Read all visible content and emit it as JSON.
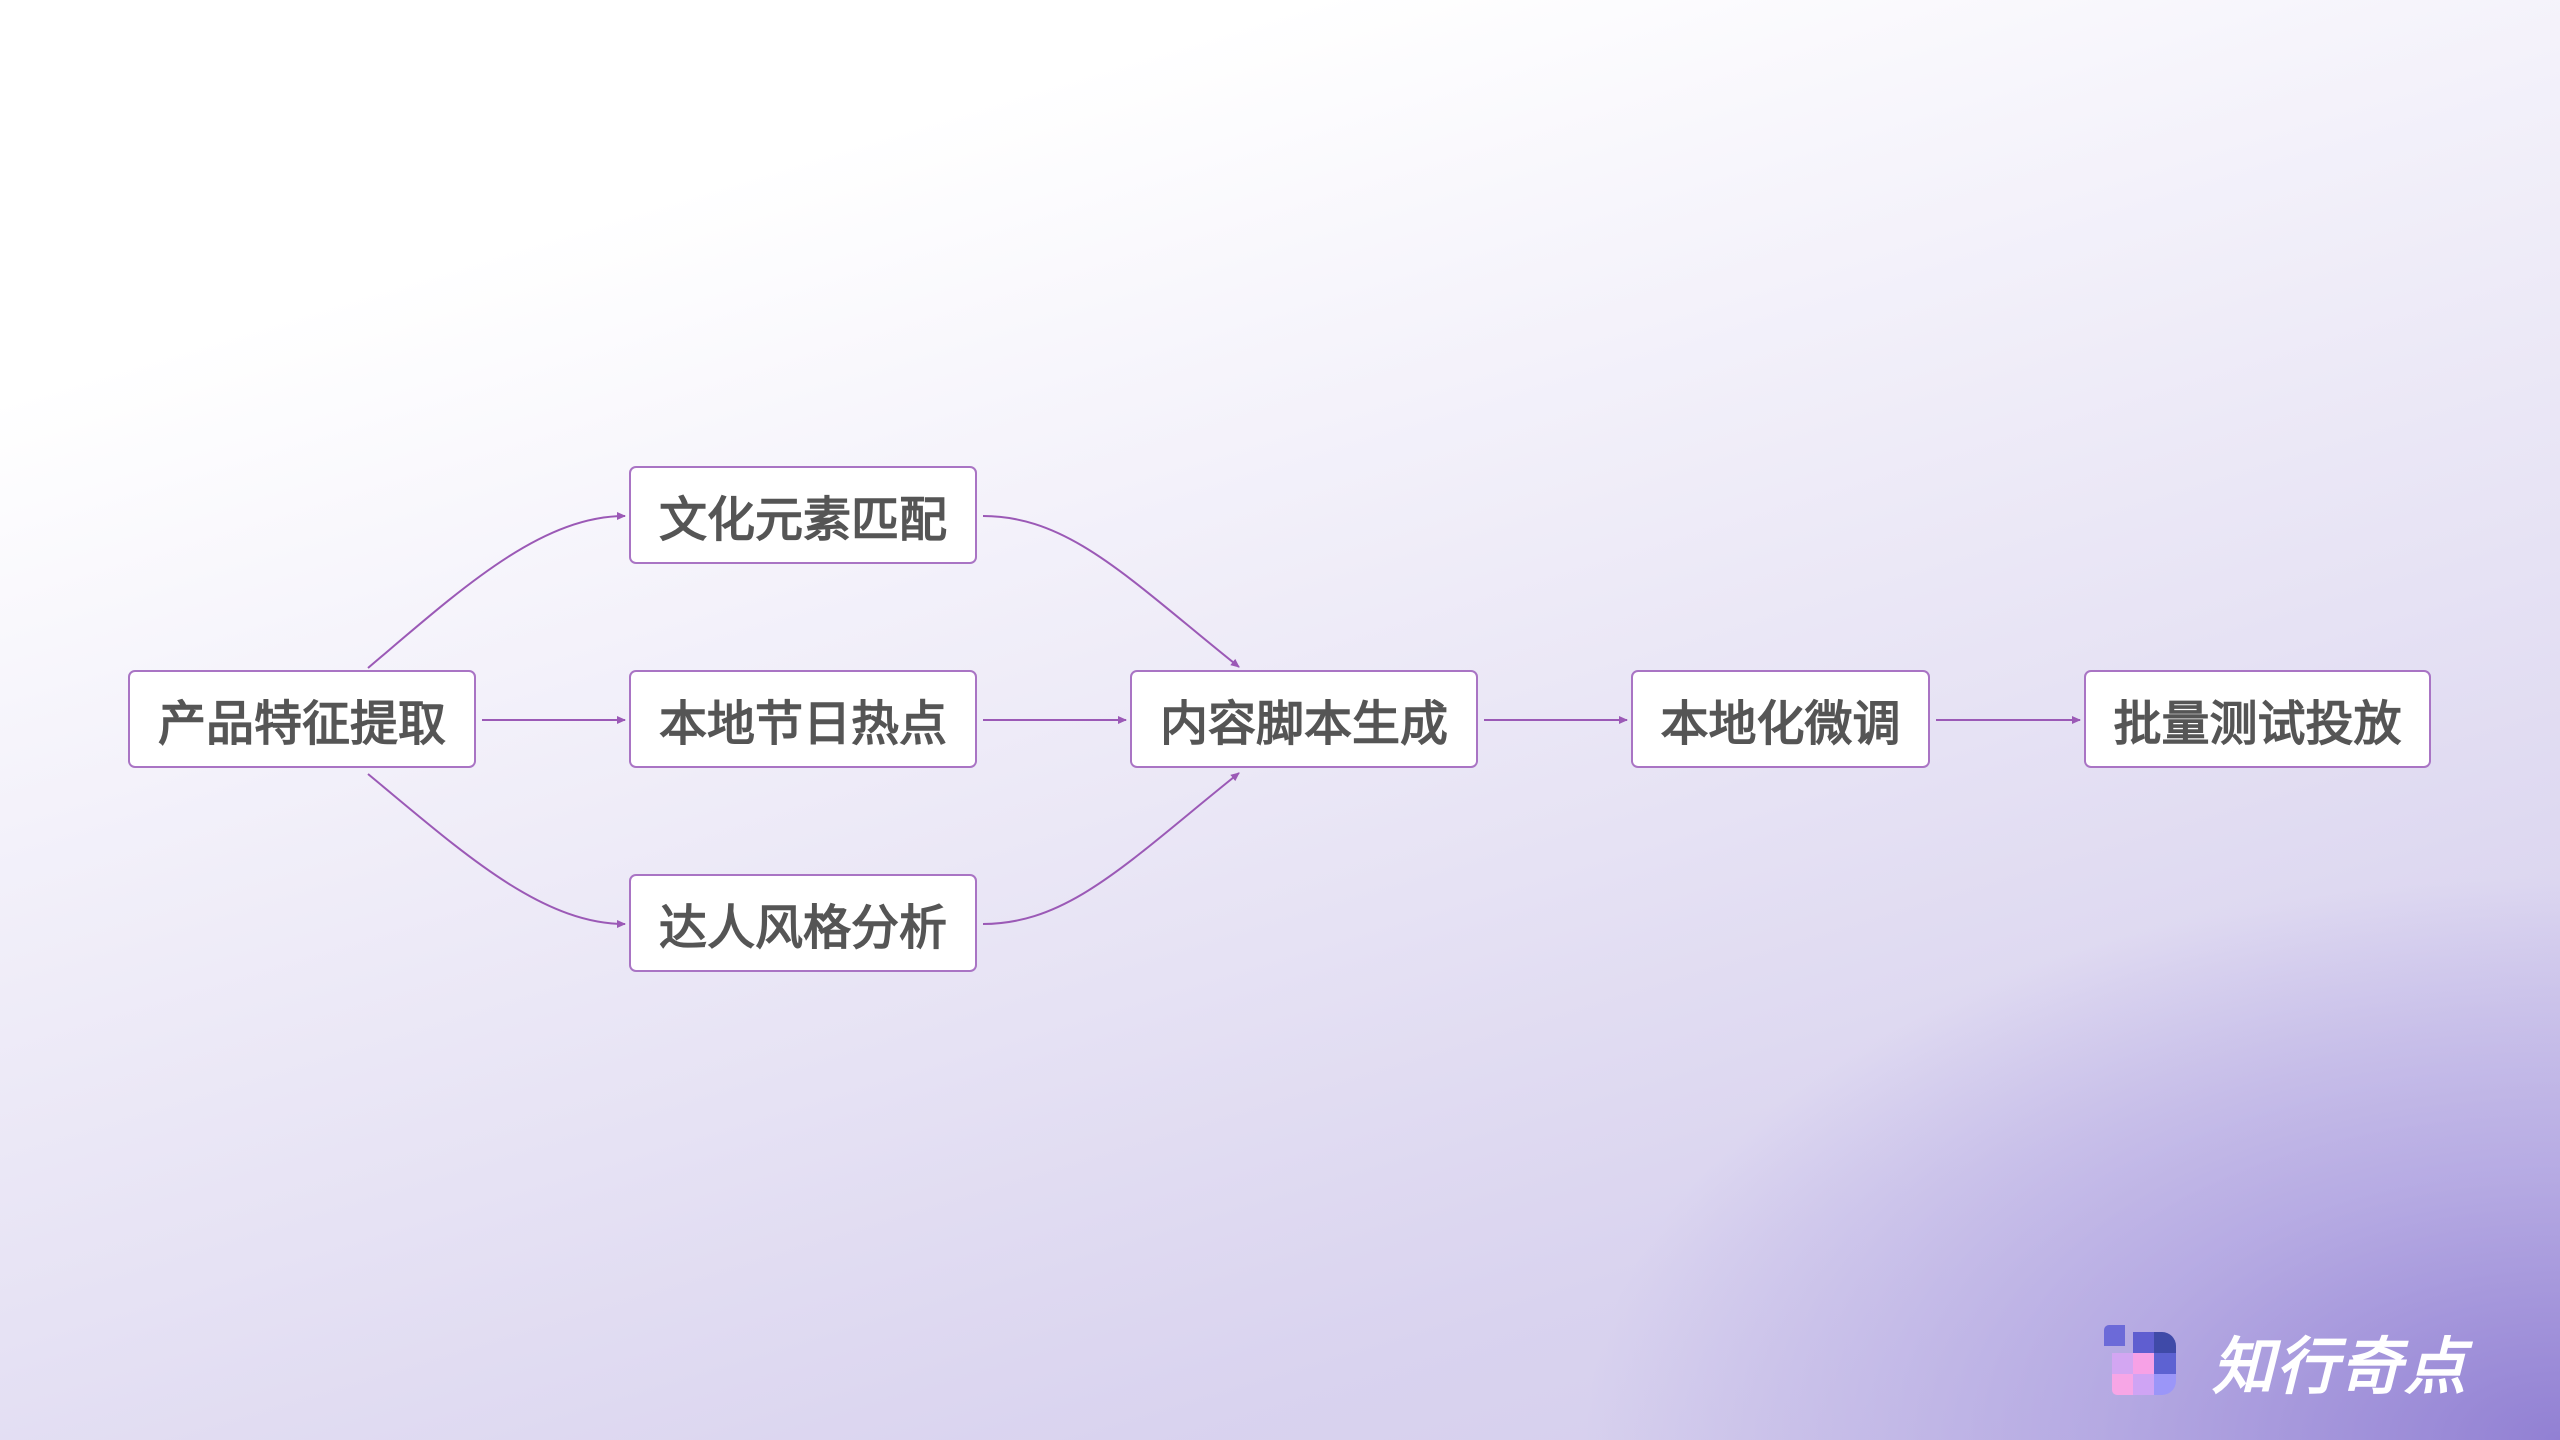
{
  "diagram": {
    "type": "flowchart",
    "nodes": [
      {
        "id": "n1",
        "label": "产品特征提取"
      },
      {
        "id": "n2",
        "label": "文化元素匹配"
      },
      {
        "id": "n3",
        "label": "本地节日热点"
      },
      {
        "id": "n4",
        "label": "达人风格分析"
      },
      {
        "id": "n5",
        "label": "内容脚本生成"
      },
      {
        "id": "n6",
        "label": "本地化微调"
      },
      {
        "id": "n7",
        "label": "批量测试投放"
      }
    ],
    "edges": [
      {
        "from": "n1",
        "to": "n2"
      },
      {
        "from": "n1",
        "to": "n3"
      },
      {
        "from": "n1",
        "to": "n4"
      },
      {
        "from": "n2",
        "to": "n5"
      },
      {
        "from": "n3",
        "to": "n5"
      },
      {
        "from": "n4",
        "to": "n5"
      },
      {
        "from": "n5",
        "to": "n6"
      },
      {
        "from": "n6",
        "to": "n7"
      }
    ],
    "colors": {
      "border": "#a974c4",
      "edge": "#9b59b6",
      "text": "#555555"
    }
  },
  "brand": {
    "name": "知行奇点"
  }
}
